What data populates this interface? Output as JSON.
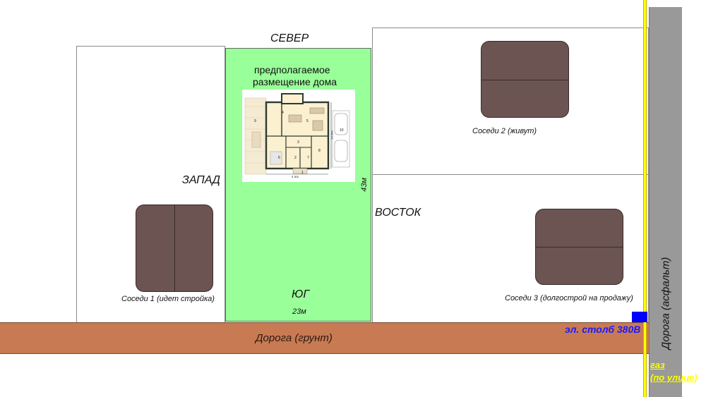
{
  "directions": {
    "north": "СЕВЕР",
    "south": "ЮГ",
    "west": "ЗАПАД",
    "east": "ВОСТОК"
  },
  "plot": {
    "title_line1": "предполагаемое",
    "title_line2": "размещение дома",
    "width_label": "23м",
    "length_label": "43м"
  },
  "neighbors": {
    "n1": "Соседи 1 (идет стройка)",
    "n2": "Соседи 2 (живут)",
    "n3": "Соседи 3 (долгострой на продажу)"
  },
  "roads": {
    "dirt": "Дорога (грунт)",
    "asphalt": "Дорога (асфальт)"
  },
  "utilities": {
    "power_pole": "эл. столб 380В",
    "gas_line1": "газ",
    "gas_line2": "(по улице)"
  },
  "floorplan": {
    "rooms": [
      "1",
      "2",
      "3",
      "4",
      "5",
      "6",
      "7",
      "8",
      "9",
      "10"
    ],
    "dim_bottom": "9 300",
    "dim_side": "10 000"
  },
  "colors": {
    "plot_green": "#99ff99",
    "roof_brown": "#6b5452",
    "dirt_road": "#c87a53",
    "asphalt": "#999999",
    "gas_yellow": "#ffff00",
    "power_blue": "#0000ff"
  }
}
